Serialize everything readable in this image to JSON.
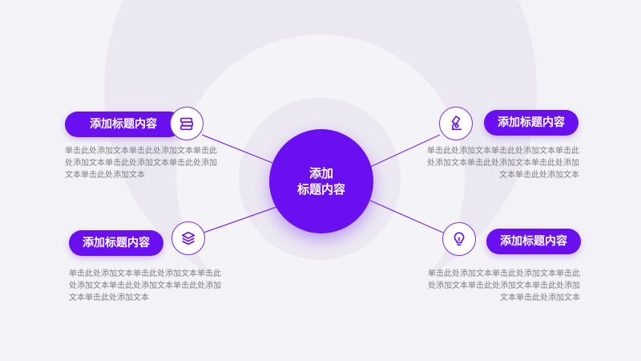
{
  "center": {
    "line1": "添加",
    "line2": "标题内容"
  },
  "nodes": [
    {
      "title": "添加标题内容",
      "text": "单击此处添加文本单击此处添加文本单击此处添加文本单击此处添加文本单击此处添加文本单击此处添加文本",
      "icon": "books-icon"
    },
    {
      "title": "添加标题内容",
      "text": "单击此处添加文本单击此处添加文本单击此处添加文本单击此处添加文本单击此处添加文本单击此处添加文本",
      "icon": "microscope-icon"
    },
    {
      "title": "添加标题内容",
      "text": "单击此处添加文本单击此处添加文本单击此处添加文本单击此处添加文本单击此处添加文本单击此处添加文本",
      "icon": "layers-icon"
    },
    {
      "title": "添加标题内容",
      "text": "单击此处添加文本单击此处添加文本单击此处添加文本单击此处添加文本单击此处添加文本单击此处添加文本",
      "icon": "lightbulb-icon"
    }
  ],
  "colors": {
    "accent": "#6a0ff0",
    "background": "#f3f2f6",
    "text": "#7d7d85"
  }
}
